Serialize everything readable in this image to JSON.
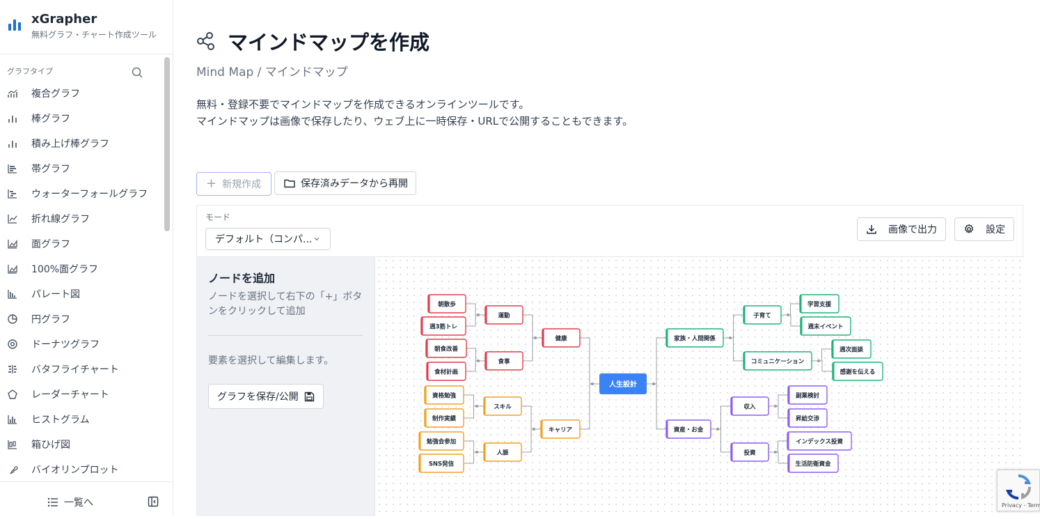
{
  "brand": {
    "name": "xGrapher",
    "subtitle": "無料グラフ・チャート作成ツール",
    "accent": "#1d6fd1"
  },
  "sidebar": {
    "section_label": "グラフタイプ",
    "items": [
      {
        "label": "複合グラフ",
        "icon": "combo-chart-icon"
      },
      {
        "label": "棒グラフ",
        "icon": "bar-chart-icon"
      },
      {
        "label": "積み上げ棒グラフ",
        "icon": "stacked-bar-icon"
      },
      {
        "label": "帯グラフ",
        "icon": "band-chart-icon"
      },
      {
        "label": "ウォーターフォールグラフ",
        "icon": "waterfall-icon"
      },
      {
        "label": "折れ線グラフ",
        "icon": "line-chart-icon"
      },
      {
        "label": "面グラフ",
        "icon": "area-chart-icon"
      },
      {
        "label": "100%面グラフ",
        "icon": "percent-area-icon"
      },
      {
        "label": "パレート図",
        "icon": "pareto-icon"
      },
      {
        "label": "円グラフ",
        "icon": "pie-chart-icon"
      },
      {
        "label": "ドーナツグラフ",
        "icon": "donut-chart-icon"
      },
      {
        "label": "バタフライチャート",
        "icon": "butterfly-icon"
      },
      {
        "label": "レーダーチャート",
        "icon": "radar-icon"
      },
      {
        "label": "ヒストグラム",
        "icon": "histogram-icon"
      },
      {
        "label": "箱ひげ図",
        "icon": "boxplot-icon"
      },
      {
        "label": "バイオリンプロット",
        "icon": "violin-icon"
      }
    ],
    "footer_list_label": "一覧へ"
  },
  "page": {
    "title": "マインドマップを作成",
    "subtitle": "Mind Map / マインドマップ",
    "desc_line1": "無料・登録不要でマインドマップを作成できるオンラインツールです。",
    "desc_line2": "マインドマップは画像で保存したり、ウェブ上に一時保存・URLで公開することもできます。"
  },
  "toolbar": {
    "new_label": "新規作成",
    "resume_label": "保存済みデータから再開"
  },
  "editor": {
    "mode_label": "モード",
    "mode_value": "デフォルト（コンパ...",
    "export_label": "画像で出力",
    "settings_label": "設定",
    "side_title": "ノードを追加",
    "side_help": "ノードを選択して右下の「+」ボタンをクリックして追加",
    "side_hint": "要素を選択して編集します。",
    "save_label": "グラフを保存/公開"
  },
  "mindmap": {
    "root": "人生設計",
    "root_color": "#3b82f6",
    "branch_colors": {
      "health": "#e23b4a",
      "career": "#f0a020",
      "family": "#1fb37a",
      "money": "#8b5cf6"
    },
    "nodes": {
      "health": "健康",
      "exercise": "運動",
      "walk": "朝散歩",
      "training": "週3筋トレ",
      "diet": "食事",
      "breakfast": "朝食改善",
      "plan": "食材計画",
      "career": "キャリア",
      "skill": "スキル",
      "cert": "資格勉強",
      "portfolio": "制作実績",
      "network": "人脈",
      "study": "勉強会参加",
      "sns": "SNS発信",
      "family": "家族・人間関係",
      "kids": "子育て",
      "learn": "学習支援",
      "weekend": "週末イベント",
      "comm": "コミュニケーション",
      "weekly": "週次面談",
      "thanks": "感謝を伝える",
      "money": "資産・お金",
      "income": "収入",
      "side": "副業検討",
      "raise": "昇給交渉",
      "invest": "投資",
      "index": "インデックス投資",
      "emergency": "生活防衛資金"
    }
  },
  "recaptcha": {
    "text": "Privacy - Terms"
  }
}
